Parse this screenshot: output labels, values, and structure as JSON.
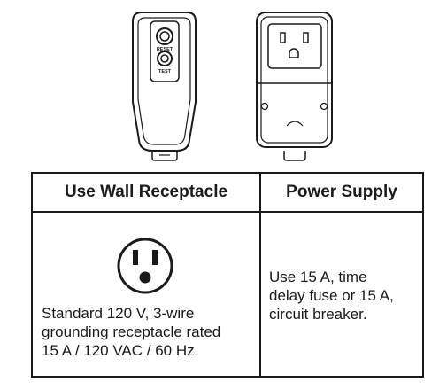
{
  "devices": {
    "front": {
      "reset_label": "RESET",
      "test_label": "TEST"
    }
  },
  "table": {
    "headers": {
      "left": "Use Wall Receptacle",
      "right": "Power Supply"
    },
    "left_lines": [
      "Standard 120 V, 3-wire",
      "grounding receptacle rated",
      "15 A / 120 VAC / 60 Hz"
    ],
    "right_lines": [
      "Use 15 A, time",
      "delay fuse or 15 A,",
      "circuit breaker."
    ]
  }
}
